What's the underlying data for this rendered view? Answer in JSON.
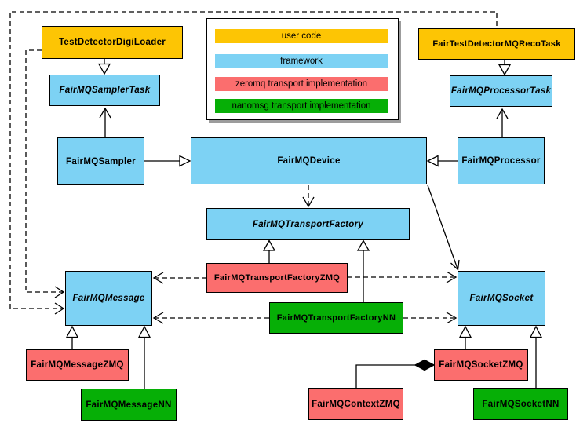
{
  "colors": {
    "user_code": "#FDC504",
    "framework": "#7DD2F4",
    "zeromq": "#FB6E6E",
    "nanomsg": "#06AF06",
    "line": "#000000",
    "legend_shadow": "#9C9C9C"
  },
  "legend": {
    "items": [
      {
        "label": "user code",
        "color_key": "user_code"
      },
      {
        "label": "framework",
        "color_key": "framework"
      },
      {
        "label": "zeromq transport implementation",
        "color_key": "zeromq"
      },
      {
        "label": "nanomsg transport implementation",
        "color_key": "nanomsg"
      }
    ]
  },
  "nodes": {
    "testDetectorDigiLoader": {
      "label": "TestDetectorDigiLoader",
      "category": "user_code"
    },
    "fairTestDetectorMQRecoTask": {
      "label": "FairTestDetectorMQRecoTask",
      "category": "user_code"
    },
    "fairMQSamplerTask": {
      "label": "FairMQSamplerTask",
      "category": "framework",
      "abstract": true
    },
    "fairMQProcessorTask": {
      "label": "FairMQProcessorTask",
      "category": "framework",
      "abstract": true
    },
    "fairMQSampler": {
      "label": "FairMQSampler",
      "category": "framework"
    },
    "fairMQDevice": {
      "label": "FairMQDevice",
      "category": "framework"
    },
    "fairMQProcessor": {
      "label": "FairMQProcessor",
      "category": "framework"
    },
    "fairMQTransportFactory": {
      "label": "FairMQTransportFactory",
      "category": "framework",
      "abstract": true
    },
    "fairMQTransportFactoryZMQ": {
      "label": "FairMQTransportFactoryZMQ",
      "category": "zeromq"
    },
    "fairMQTransportFactoryNN": {
      "label": "FairMQTransportFactoryNN",
      "category": "nanomsg"
    },
    "fairMQMessage": {
      "label": "FairMQMessage",
      "category": "framework",
      "abstract": true
    },
    "fairMQSocket": {
      "label": "FairMQSocket",
      "category": "framework",
      "abstract": true
    },
    "fairMQMessageZMQ": {
      "label": "FairMQMessageZMQ",
      "category": "zeromq"
    },
    "fairMQMessageNN": {
      "label": "FairMQMessageNN",
      "category": "nanomsg"
    },
    "fairMQSocketZMQ": {
      "label": "FairMQSocketZMQ",
      "category": "zeromq"
    },
    "fairMQSocketNN": {
      "label": "FairMQSocketNN",
      "category": "nanomsg"
    },
    "fairMQContextZMQ": {
      "label": "FairMQContextZMQ",
      "category": "zeromq"
    }
  },
  "edges": [
    {
      "from": "testDetectorDigiLoader",
      "to": "fairMQSamplerTask",
      "type": "inheritance-solid-hollow-triangle"
    },
    {
      "from": "fairTestDetectorMQRecoTask",
      "to": "fairMQProcessorTask",
      "type": "inheritance-solid-hollow-triangle"
    },
    {
      "from": "fairMQSampler",
      "to": "fairMQSamplerTask",
      "type": "association-open-arrow"
    },
    {
      "from": "fairMQProcessor",
      "to": "fairMQProcessorTask",
      "type": "association-open-arrow"
    },
    {
      "from": "fairMQSampler",
      "to": "fairMQDevice",
      "type": "inheritance-solid-hollow-triangle"
    },
    {
      "from": "fairMQProcessor",
      "to": "fairMQDevice",
      "type": "inheritance-solid-hollow-triangle"
    },
    {
      "from": "fairMQDevice",
      "to": "fairMQTransportFactory",
      "type": "dependency-dashed-open-arrow"
    },
    {
      "from": "fairMQDevice",
      "to": "fairMQSocket",
      "type": "association-open-arrow"
    },
    {
      "from": "fairMQTransportFactoryZMQ",
      "to": "fairMQTransportFactory",
      "type": "inheritance-solid-hollow-triangle"
    },
    {
      "from": "fairMQTransportFactoryNN",
      "to": "fairMQTransportFactory",
      "type": "inheritance-solid-hollow-triangle"
    },
    {
      "from": "fairMQTransportFactoryZMQ",
      "to": "fairMQMessage",
      "type": "dependency-dashed-open-arrow"
    },
    {
      "from": "fairMQTransportFactoryZMQ",
      "to": "fairMQSocket",
      "type": "dependency-dashed-open-arrow"
    },
    {
      "from": "fairMQTransportFactoryNN",
      "to": "fairMQMessage",
      "type": "dependency-dashed-open-arrow"
    },
    {
      "from": "fairMQTransportFactoryNN",
      "to": "fairMQSocket",
      "type": "dependency-dashed-open-arrow"
    },
    {
      "from": "testDetectorDigiLoader",
      "to": "fairMQMessage",
      "type": "dependency-dashed-open-arrow"
    },
    {
      "from": "fairTestDetectorMQRecoTask",
      "to": "fairMQMessage",
      "type": "dependency-dashed-open-arrow"
    },
    {
      "from": "fairMQMessageZMQ",
      "to": "fairMQMessage",
      "type": "inheritance-solid-hollow-triangle"
    },
    {
      "from": "fairMQMessageNN",
      "to": "fairMQMessage",
      "type": "inheritance-solid-hollow-triangle"
    },
    {
      "from": "fairMQSocketZMQ",
      "to": "fairMQSocket",
      "type": "inheritance-solid-hollow-triangle"
    },
    {
      "from": "fairMQSocketNN",
      "to": "fairMQSocket",
      "type": "inheritance-solid-hollow-triangle"
    },
    {
      "from": "fairMQContextZMQ",
      "to": "fairMQSocketZMQ",
      "type": "composition-filled-diamond"
    }
  ]
}
